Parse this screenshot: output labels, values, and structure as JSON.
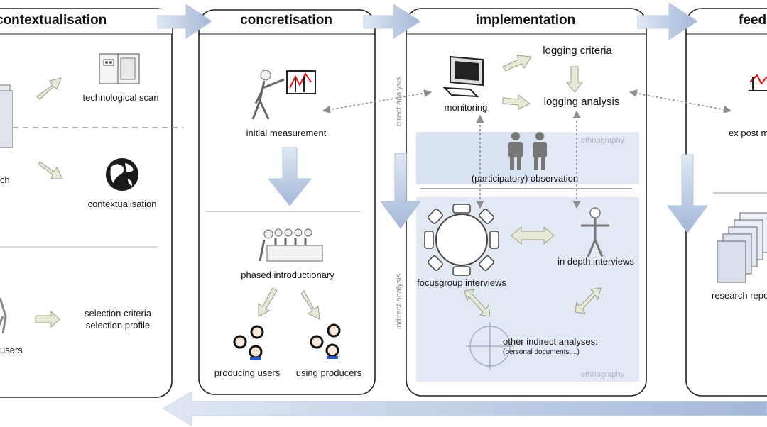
{
  "headings": {
    "col1": "contextualisation",
    "col2": "concretisation",
    "col3": "implementation",
    "col4": "feedb"
  },
  "col1": {
    "technological_scan": "technological scan",
    "research_partial": "ch",
    "contextualisation": "contextualisation",
    "selection_criteria": "selection criteria",
    "selection_profile": "selection profile",
    "users_partial": "users"
  },
  "col2": {
    "initial_measurement": "initial measurement",
    "phased_introductory": "phased introductionary",
    "producing_users": "producing users",
    "using_producers": "using producers"
  },
  "col3": {
    "direct_analysis": "direct analysis",
    "indirect_analysis": "indirect analysis",
    "monitoring": "monitoring",
    "logging_criteria": "logging criteria",
    "logging_analysis": "logging analysis",
    "ethnography_top": "ethnography",
    "participatory_observation": "(participatory) observation",
    "focusgroup_interviews": "focusgroup interviews",
    "in_depth_interviews": "in depth interviews",
    "other_indirect": "other indirect analyses:",
    "personal_documents": "(personal documents,...)",
    "ethnography_bottom": "ethnography"
  },
  "col4": {
    "ex_post": "ex post m",
    "research_report": "research repo"
  },
  "colors": {
    "flow_arrow": "#a9bddb",
    "small_arrow": "#d9ddc6",
    "panel_fill": "#e4eaf5",
    "box_border": "#222222"
  }
}
